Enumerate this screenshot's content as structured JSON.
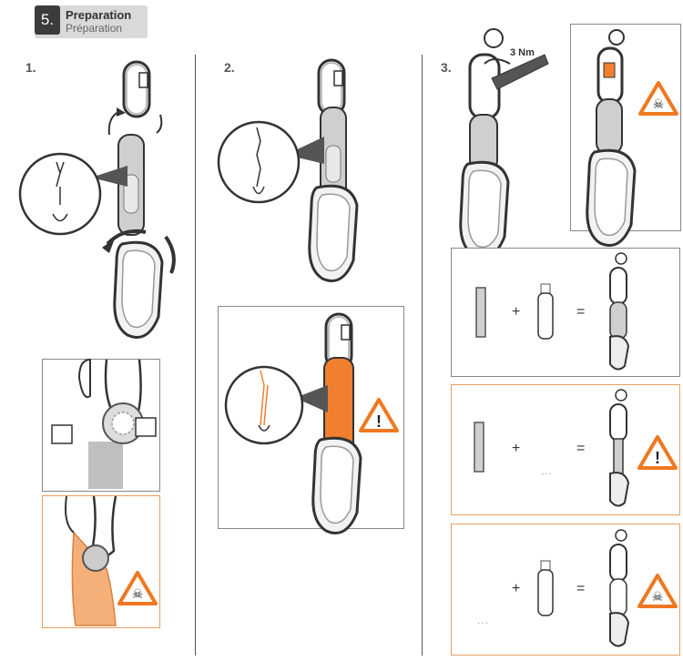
{
  "section": {
    "number": "5.",
    "title": "Preparation",
    "subtitle": "Préparation"
  },
  "steps": [
    "1.",
    "2.",
    "3."
  ],
  "torque_label": "3 Nm",
  "equation": {
    "plus": "+",
    "equals": "=",
    "ellipsis": "..."
  },
  "colors": {
    "orange": "#f08030",
    "panel_border": "#888888",
    "warning": "#f07820"
  }
}
